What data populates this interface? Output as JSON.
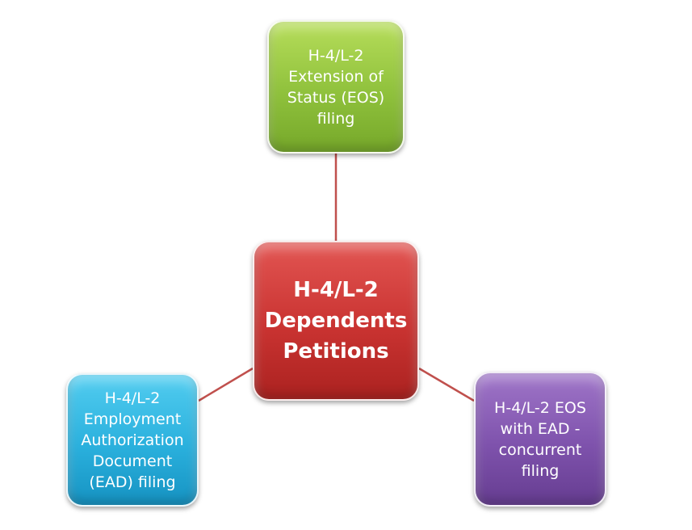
{
  "diagram": {
    "center": {
      "label": "H-4/L-2\nDependents\nPetitions",
      "color": "#c93331"
    },
    "nodes": [
      {
        "id": "eos",
        "label": "H-4/L-2\nExtension of\nStatus (EOS)\nfiling",
        "color": "#8fc13c"
      },
      {
        "id": "ead",
        "label": "H-4/L-2\nEmployment\nAuthorization\nDocument\n(EAD) filing",
        "color": "#2ab0dd"
      },
      {
        "id": "eos-ead",
        "label": "H-4/L-2 EOS\nwith EAD -\nconcurrent\nfiling",
        "color": "#7e52ac"
      }
    ],
    "connector_color": "#c0504d"
  }
}
